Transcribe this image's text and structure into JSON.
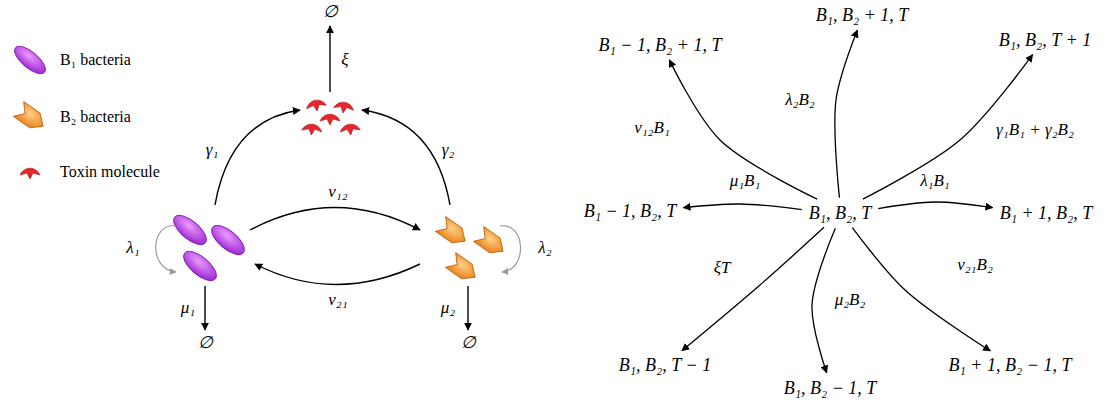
{
  "diagram": {
    "nodes": [
      {
        "text": [
          "B₁, B₂ + 1, T"
        ]
      },
      {
        "text": [
          "B₁ − 1, B₂ + 1, T"
        ]
      },
      {
        "text": [
          "B₁, B₂, T + 1"
        ]
      },
      {
        "text": [
          "B₁ − 1, B₂, T"
        ]
      },
      {
        "text": [
          "B₁, B₂, T"
        ]
      },
      {
        "text": [
          "B₁ + 1, B₂, T"
        ]
      },
      {
        "text": [
          "B₁, B₂, T − 1"
        ]
      },
      {
        "text": [
          "B₁ + 1, B₂ − 1, T"
        ]
      },
      {
        "text": [
          "B₁, B₂ − 1, T"
        ]
      }
    ],
    "edges": [
      {
        "from": 4,
        "to": 1,
        "arrow": "to",
        "label": "ν₁₂B₁"
      },
      {
        "from": 4,
        "to": 0,
        "arrow": "to",
        "label": "λ₂B₂"
      },
      {
        "from": 4,
        "to": 2,
        "arrow": "to",
        "label": "γ₁B₁ + γ₂B₂"
      },
      {
        "from": 4,
        "to": 3,
        "arrow": "to",
        "label": "μ₁B₁"
      },
      {
        "from": 4,
        "to": 5,
        "arrow": "to",
        "label": "λ₁B₁"
      },
      {
        "from": 4,
        "to": 6,
        "arrow": "to",
        "label": "ξT"
      },
      {
        "from": 4,
        "to": 8,
        "arrow": "to",
        "label": "μ₂B₂"
      },
      {
        "from": 4,
        "to": 7,
        "arrow": "to",
        "label": "ν₂₁B₂"
      }
    ],
    "labels": [
      "∅",
      "ξ",
      "γ₁",
      "γ₂",
      "ν₁₂",
      "ν₂₁",
      "λ₁",
      "λ₂",
      "μ₁",
      "∅",
      "μ₂",
      "∅"
    ],
    "legend": [
      {
        "text": "B₁ bacteria"
      },
      {
        "text": "B₂ bacteria"
      },
      {
        "text": "Toxin molecule"
      }
    ]
  }
}
